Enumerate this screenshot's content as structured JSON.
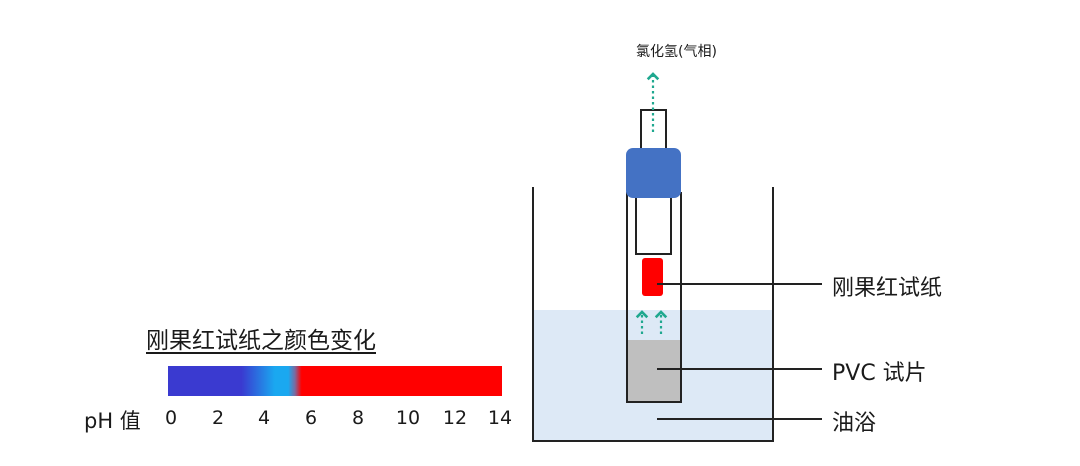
{
  "scale": {
    "title": "刚果红试纸之颜色变化",
    "ph_label": "pH 值",
    "ticks": [
      "0",
      "2",
      "4",
      "6",
      "8",
      "10",
      "12",
      "14"
    ],
    "colors": {
      "acid_blue": "#3a3ad0",
      "transition_blue": "#1aa8f0",
      "base_red": "#ff0000"
    }
  },
  "apparatus": {
    "gas_label": "氯化氢(气相)",
    "annotations": {
      "paper": "刚果红试纸",
      "pvc": "PVC 试片",
      "bath": "油浴"
    },
    "colors": {
      "stopper": "#4472c4",
      "test_paper": "#ff0000",
      "pvc_sample": "#bfbfbf",
      "oil_bath": "#dde9f6",
      "arrow": "#1fa88f"
    }
  }
}
